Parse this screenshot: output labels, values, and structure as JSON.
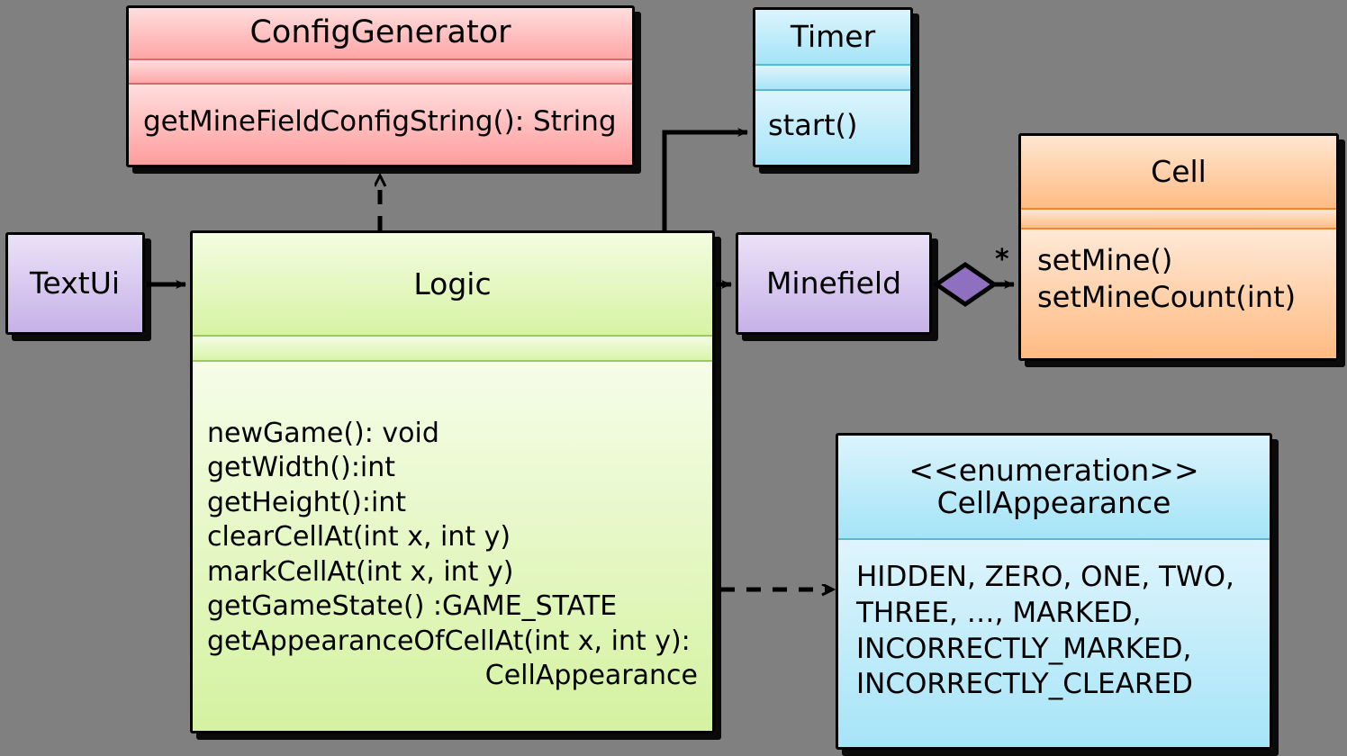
{
  "diagram": {
    "title": "Minesweeper UML class diagram",
    "background_color": "#808080"
  },
  "classes": {
    "config_generator": {
      "name": "ConfigGenerator",
      "stereotype": "",
      "attributes": "",
      "methods": "getMineFieldConfigString(): String",
      "color": "#ffa6a6"
    },
    "timer": {
      "name": "Timer",
      "stereotype": "",
      "attributes": "",
      "methods": "start()",
      "color": "#a4e4f7"
    },
    "cell": {
      "name": "Cell",
      "stereotype": "",
      "attributes": "",
      "methods": "setMine()\nsetMineCount(int)",
      "color": "#ffbc85"
    },
    "logic": {
      "name": "Logic",
      "stereotype": "",
      "attributes": "",
      "methods": "newGame(): void\ngetWidth():int\ngetHeight():int\nclearCellAt(int x, int y)\nmarkCellAt(int x, int y)\ngetGameState() :GAME_STATE\ngetAppearanceOfCellAt(int x, int y):",
      "methods_wrap": "CellAppearance",
      "color": "#d7f3a4"
    },
    "text_ui": {
      "name": "TextUi",
      "color": "#c7b1e8"
    },
    "minefield": {
      "name": "Minefield",
      "color": "#c7b1e8"
    },
    "cell_appearance": {
      "stereotype": "<<enumeration>>",
      "name": "CellAppearance",
      "values": "HIDDEN, ZERO, ONE, TWO,\nTHREE, …, MARKED,\nINCORRECTLY_MARKED,\nINCORRECTLY_CLEARED",
      "color": "#a8e5f7"
    }
  },
  "relations": {
    "textui_to_logic": {
      "type": "association",
      "label": ""
    },
    "logic_to_configgenerator": {
      "type": "dependency",
      "label": ""
    },
    "logic_to_timer": {
      "type": "association",
      "label": ""
    },
    "logic_to_minefield": {
      "type": "association",
      "label": ""
    },
    "minefield_to_cell": {
      "type": "composition",
      "multiplicity": "*"
    },
    "logic_to_cellappearance": {
      "type": "dependency",
      "label": ""
    }
  }
}
